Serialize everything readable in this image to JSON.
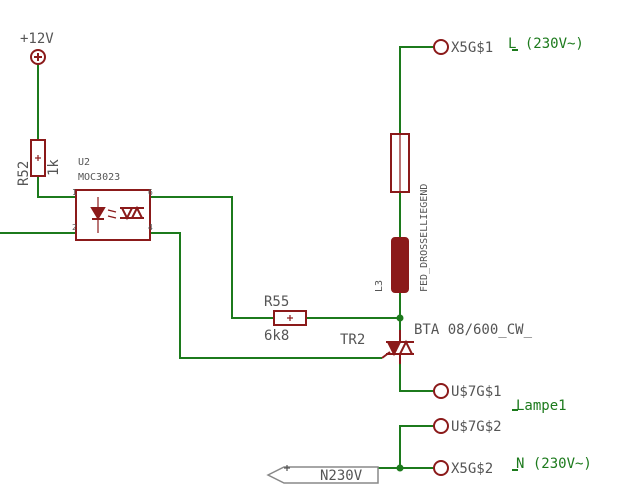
{
  "supply": {
    "label": "+12V"
  },
  "r52": {
    "name": "R52",
    "value": "1k"
  },
  "u2": {
    "name": "U2",
    "type": "MOC3023",
    "pin1": "1",
    "pin2": "2",
    "pin6": "6",
    "pin4": "4"
  },
  "r55": {
    "name": "R55",
    "value": "6k8"
  },
  "l3": {
    "name": "L3",
    "value": "FED_DROSSELLIEGEND"
  },
  "tr2": {
    "name": "TR2",
    "value": "BTA 08/600_CW_"
  },
  "connectors": {
    "x5g1": "X5G$1",
    "x5g2": "X5G$2",
    "u7g1": "U$7G$1",
    "u7g2": "U$7G$2"
  },
  "nets": {
    "l": "L (230V~)",
    "n": "N (230V~)",
    "lampe": "Lampe1",
    "n230": "N230V"
  },
  "colors": {
    "wire": "#1c7a1c",
    "component": "#8b1a1a",
    "label": "#555555"
  }
}
